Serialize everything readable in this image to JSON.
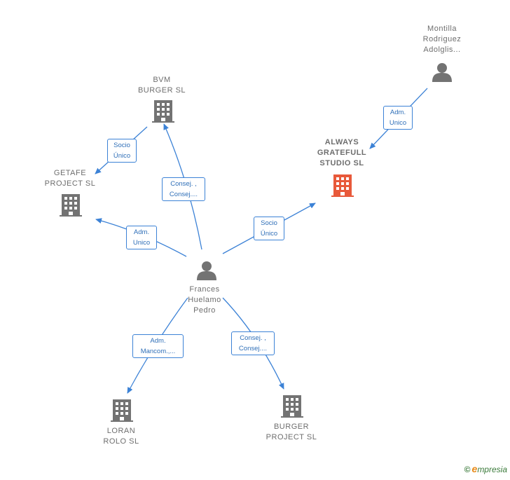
{
  "nodes": {
    "montilla": {
      "label": "Montilla\nRodriguez\nAdolglis...",
      "type": "person"
    },
    "bvm": {
      "label": "BVM\nBURGER  SL",
      "type": "company"
    },
    "always": {
      "label": "ALWAYS\nGRATEFULL\nSTUDIO  SL",
      "type": "company",
      "color": "#e8593a"
    },
    "getafe": {
      "label": "GETAFE\nPROJECT  SL",
      "type": "company"
    },
    "frances": {
      "label": "Frances\nHuelamo\nPedro",
      "type": "person"
    },
    "loran": {
      "label": "LORAN\nROLO  SL",
      "type": "company"
    },
    "burger": {
      "label": "BURGER\nPROJECT  SL",
      "type": "company"
    }
  },
  "edges": {
    "montilla_always": "Adm.\nUnico",
    "bvm_getafe": "Socio\nÚnico",
    "frances_bvm": "Consej. ,\nConsej....",
    "frances_always": "Socio\nÚnico",
    "frances_getafe": "Adm.\nUnico",
    "frances_loran": "Adm.\nMancom.,...",
    "frances_burger": "Consej. ,\nConsej...."
  },
  "colors": {
    "edge": "#3c82d6",
    "icon": "#737373",
    "highlight": "#e8593a"
  },
  "brand": {
    "copyright": "©",
    "e": "e",
    "rest": "mpresia"
  }
}
